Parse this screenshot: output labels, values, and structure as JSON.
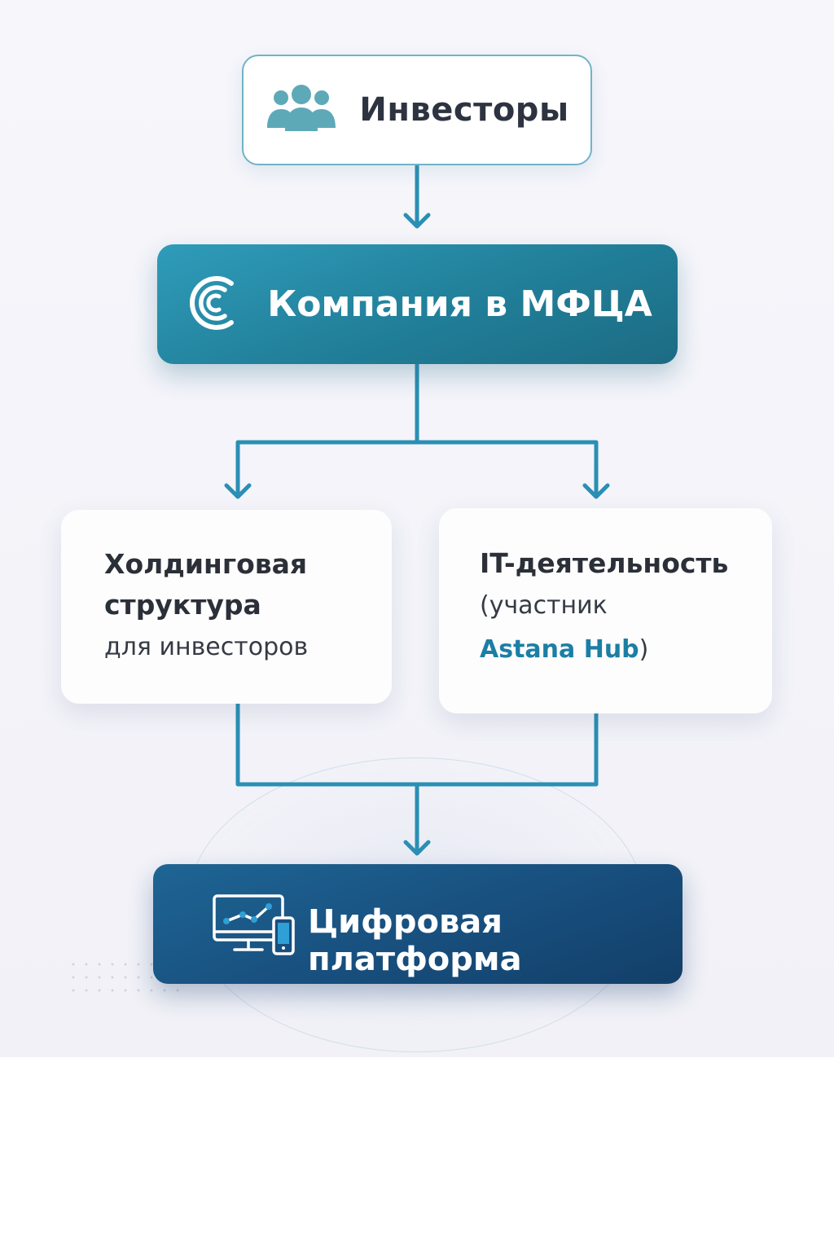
{
  "diagram": {
    "investors": {
      "label": "Инвесторы",
      "icon": "people-group-icon"
    },
    "company": {
      "label": "Компания в МФЦА",
      "icon": "aifc-logo-icon"
    },
    "holding": {
      "line1": "Холдинговая",
      "line2": "структура",
      "line3": "для инвесторов"
    },
    "it": {
      "line1": "IT-деятельность",
      "line2": "(участник",
      "brand": "Astana Hub",
      "close": ")"
    },
    "platform": {
      "label": "Цифровая платформа",
      "icon": "monitor-phone-icon"
    }
  },
  "colors": {
    "connector": "#2a8fb4",
    "company_bg": "#2382a0",
    "platform_bg": "#175080",
    "brand_text": "#1c7ea4"
  }
}
